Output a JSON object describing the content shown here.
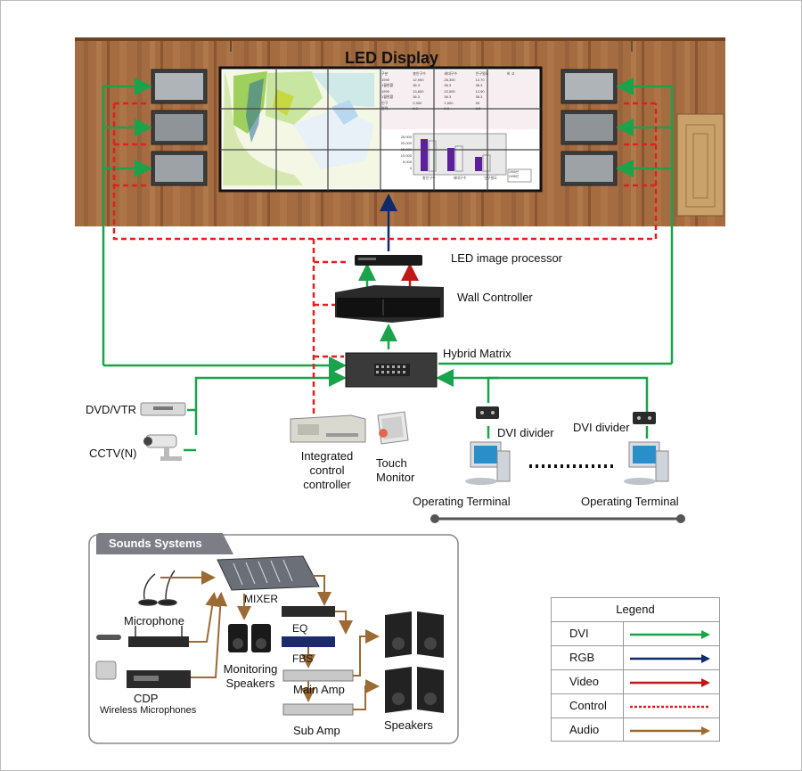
{
  "title": "LED Display",
  "labels": {
    "led_processor": "LED image processor",
    "wall_controller": "Wall Controller",
    "hybrid_matrix": "Hybrid Matrix",
    "dvd_vtr": "DVD/VTR",
    "cctv": "CCTV(N)",
    "integrated_control": [
      "Integrated",
      "control",
      "controller"
    ],
    "touch_monitor": [
      "Touch",
      "Monitor"
    ],
    "dvi_divider_left": "DVI divider",
    "dvi_divider_right": "DVI divider",
    "terminal_left": "Operating Terminal",
    "terminal_right": "Operating Terminal"
  },
  "sounds": {
    "tab": "Sounds Systems",
    "microphone": "Microphone",
    "mixer": "MIXER",
    "eq": "EQ",
    "fbs": "FBS",
    "main_amp": "Main Amp",
    "sub_amp": "Sub Amp",
    "monitoring_speakers": [
      "Monitoring",
      "Speakers"
    ],
    "cdp": "CDP",
    "wireless_mic": "Wireless Microphones",
    "speakers": "Speakers"
  },
  "legend": {
    "title": "Legend",
    "items": [
      {
        "name": "DVI",
        "color": "#1aa34a",
        "style": "solid"
      },
      {
        "name": "RGB",
        "color": "#0d2a6b",
        "style": "solid"
      },
      {
        "name": "Video",
        "color": "#c01818",
        "style": "solid"
      },
      {
        "name": "Control",
        "color": "#e02020",
        "style": "dotted"
      },
      {
        "name": "Audio",
        "color": "#9b6a35",
        "style": "solid"
      }
    ]
  },
  "colors": {
    "dvi": "#1aa34a",
    "rgb": "#0d2a6b",
    "video": "#c01818",
    "control": "#e02020",
    "audio": "#9b6a35",
    "wood": "#a06a3e"
  },
  "screen_table": {
    "headers": [
      "구분",
      "총인구수",
      "세대구수",
      "인구밀도",
      "비 고"
    ],
    "rows": [
      [
        "1999",
        "12,900",
        "28,300",
        "12,70"
      ],
      [
        "1월현황",
        "36.3",
        "36.3",
        "36.3"
      ],
      [
        "1999",
        "13,600",
        "22,500",
        "12,90"
      ],
      [
        "1월현황",
        "36.3",
        "36.3",
        "36.3"
      ],
      [
        "인구",
        "2,300",
        "1,600",
        "99"
      ],
      [
        "면적",
        "8.3",
        "9.3",
        "8.5"
      ]
    ]
  },
  "screen_chart": {
    "yticks": [
      "25,000",
      "20,000",
      "15,000",
      "10,000",
      "5,000",
      "0"
    ],
    "categories": [
      "총인구수",
      "세대구수",
      "인구밀도"
    ],
    "legend": [
      "1999년",
      "1998년"
    ]
  }
}
